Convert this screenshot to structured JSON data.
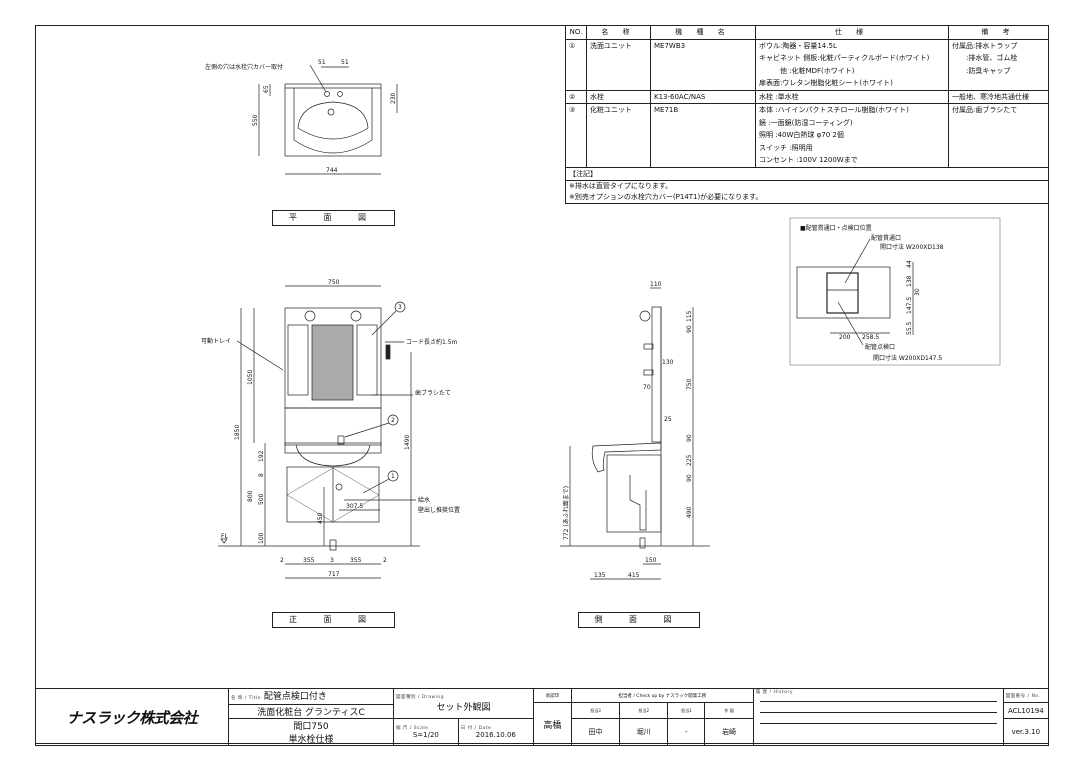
{
  "spec_table": {
    "headers": [
      "NO.",
      "名 称",
      "機 種 名",
      "仕 様",
      "備 考"
    ],
    "rows": [
      {
        "no": "①",
        "name": "洗面ユニット",
        "model": "ME7WB3",
        "spec": [
          "ボウル:陶器・容量14.5L",
          "キャビネット 側板:化粧パーティクルボード(ホワイト)",
          "　　　他 :化粧MDF(ホワイト)",
          "扉表面:ウレタン樹脂化粧シート(ホワイト)"
        ],
        "remarks": [
          "付属品:排水トラップ",
          "　　:排水管、ゴム栓",
          "　　:防臭キャップ"
        ]
      },
      {
        "no": "②",
        "name": "水栓",
        "model": "K13-60AC/NAS",
        "spec": [
          "水栓 :単水栓"
        ],
        "remarks": [
          "一般地、寒冷地共通仕様"
        ]
      },
      {
        "no": "③",
        "name": "化粧ユニット",
        "model": "ME71B",
        "spec": [
          "本体 :ハイインパクトスチロール樹脂(ホワイト)",
          "鏡 :一面鏡(防湿コーティング)",
          "照明 :40W白熱球 φ70 2個",
          "スイッチ :照明用",
          "コンセント :100V 1200Wまで"
        ],
        "remarks": [
          "付属品:歯ブラシたて"
        ]
      }
    ],
    "notes_header": "【注記】",
    "notes": [
      "※排水は直管タイプになります。",
      "※別売オプションの水栓穴カバー(P14T1)が必要になります。"
    ]
  },
  "plan_view": {
    "label": "平 面 図",
    "note": "左側の穴は水栓穴カバー取付",
    "dims": {
      "d51a": "51",
      "d51b": "51",
      "d65": "65",
      "d550": "550",
      "d230": "230",
      "d744": "744"
    }
  },
  "front_view": {
    "label": "正 面 図",
    "callouts": {
      "tray": "可動トレイ",
      "cord": "コード長さ約1.5m",
      "toothbrush": "歯ブラシたて",
      "water1": "給水",
      "water2": "壁出し推奨位置",
      "fl": "FL"
    },
    "items": {
      "n1": "1",
      "n2": "2",
      "n3": "3"
    },
    "dims": {
      "w750": "750",
      "h1850": "1850",
      "h1050": "1050",
      "h192": "192",
      "h8": "8",
      "h800": "800",
      "h500": "500",
      "h100": "100",
      "h450": "450",
      "h1490": "1490",
      "w307": "307.5",
      "b2a": "2",
      "b355a": "355",
      "b3": "3",
      "b355b": "355",
      "b2b": "2",
      "w717": "717"
    }
  },
  "side_view": {
    "label": "側 面 図",
    "dims": {
      "d110": "110",
      "d115": "115",
      "d90a": "90",
      "d130": "130",
      "d750": "750",
      "d70": "70",
      "d25": "25",
      "d90b": "90",
      "d225": "225",
      "d90c": "90",
      "d490": "490",
      "d772": "772 (あふれ面まで)",
      "d150": "150",
      "d135": "135",
      "d415": "415"
    }
  },
  "pipe_detail": {
    "title": "■配管貫通口・点検口位置",
    "through_label": "配管貫通口",
    "through_size": "開口寸法 W200XD138",
    "inspect_label": "配管点検口",
    "inspect_size": "開口寸法 W200XD147.5",
    "dims": {
      "d44": "44",
      "d138": "138",
      "d30": "30",
      "d147": "147.5",
      "d55": "55.5",
      "d200": "200",
      "d258": "258.5"
    }
  },
  "title_block": {
    "company": "ナスラック株式会社",
    "title_label": "名 称 / Title",
    "title_lines": [
      "配管点検口付き",
      "洗面化粧台 グランティスC",
      "間口750",
      "単水栓仕様"
    ],
    "drawing_label": "図面種別 / Drawing",
    "drawing_type": "セット外観図",
    "scale_label": "縮 尺 / Scale",
    "scale": "S=1/20",
    "date_label": "日 付 / Date",
    "date": "2016.10.06",
    "approval_label": "承認印",
    "approver": "高橋",
    "check_label": "担当者 / Check up by ナスラック開発工務",
    "check_roles": [
      "担当3",
      "担当2",
      "担当1",
      "作 図"
    ],
    "checkers": [
      "田中",
      "堀川",
      "-",
      "岩崎"
    ],
    "history_label": "履 歴 / History",
    "number_label": "図面番号 / No.",
    "number": "ACL10194",
    "version": "ver.3.10"
  }
}
